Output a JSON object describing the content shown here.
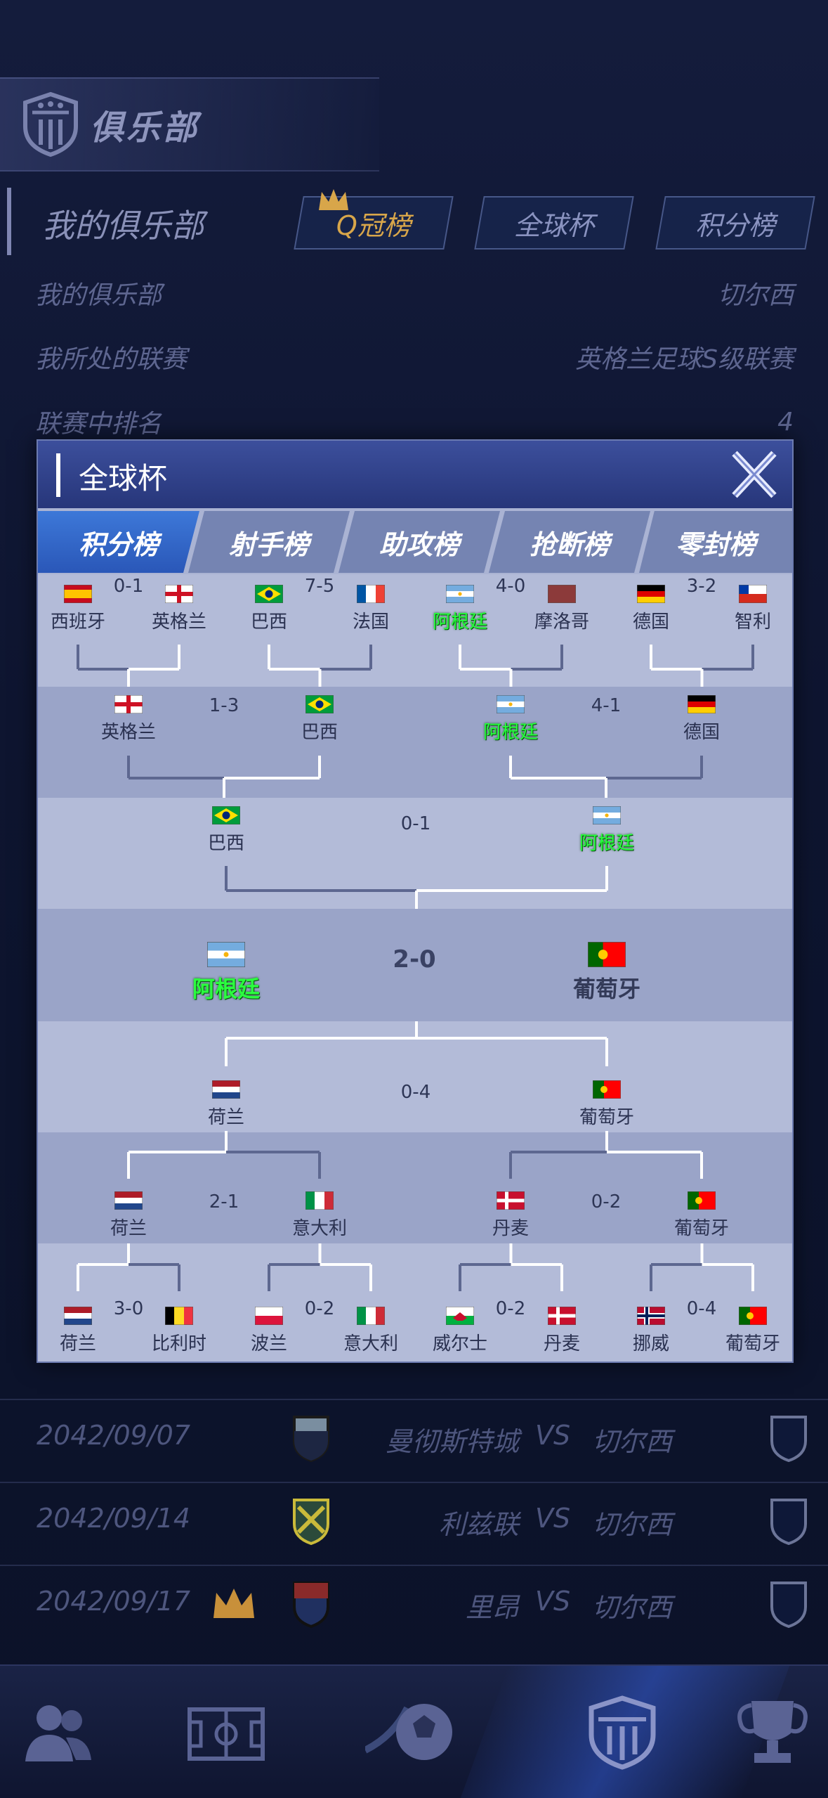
{
  "header": {
    "title": "俱乐部"
  },
  "my_club_bar": {
    "title": "我的俱乐部",
    "tabs": [
      "Q冠榜",
      "全球杯",
      "积分榜"
    ]
  },
  "info_rows": [
    {
      "label": "我的俱乐部",
      "value": "切尔西"
    },
    {
      "label": "我所处的联赛",
      "value": "英格兰足球S级联赛"
    },
    {
      "label": "联赛中排名",
      "value": "4"
    }
  ],
  "schedule": [
    {
      "date": "2042/09/07",
      "home": "曼彻斯特城",
      "vs": "VS",
      "away": "切尔西"
    },
    {
      "date": "2042/09/14",
      "home": "利兹联",
      "vs": "VS",
      "away": "切尔西"
    },
    {
      "date": "2042/09/17",
      "home": "里昂",
      "vs": "VS",
      "away": "切尔西"
    }
  ],
  "modal": {
    "title": "全球杯",
    "tabs": [
      "积分榜",
      "射手榜",
      "助攻榜",
      "抢断榜",
      "零封榜"
    ],
    "active_tab": 0,
    "top_r16": [
      {
        "score": "0-1",
        "a": {
          "name": "西班牙",
          "flag": "es",
          "win": false
        },
        "b": {
          "name": "英格兰",
          "flag": "en",
          "win": false
        }
      },
      {
        "score": "7-5",
        "a": {
          "name": "巴西",
          "flag": "br",
          "win": false
        },
        "b": {
          "name": "法国",
          "flag": "fr",
          "win": false
        }
      },
      {
        "score": "4-0",
        "a": {
          "name": "阿根廷",
          "flag": "ar",
          "win": true
        },
        "b": {
          "name": "摩洛哥",
          "flag": "ma",
          "win": false
        }
      },
      {
        "score": "3-2",
        "a": {
          "name": "德国",
          "flag": "de",
          "win": false
        },
        "b": {
          "name": "智利",
          "flag": "cl",
          "win": false
        }
      }
    ],
    "top_qf": [
      {
        "score": "1-3",
        "a": {
          "name": "英格兰",
          "flag": "en",
          "win": false
        },
        "b": {
          "name": "巴西",
          "flag": "br",
          "win": false
        }
      },
      {
        "score": "4-1",
        "a": {
          "name": "阿根廷",
          "flag": "ar",
          "win": true
        },
        "b": {
          "name": "德国",
          "flag": "de",
          "win": false
        }
      }
    ],
    "top_sf": {
      "score": "0-1",
      "a": {
        "name": "巴西",
        "flag": "br",
        "win": false
      },
      "b": {
        "name": "阿根廷",
        "flag": "ar",
        "win": true
      }
    },
    "final": {
      "score": "2-0",
      "a": {
        "name": "阿根廷",
        "flag": "ar",
        "win": true
      },
      "b": {
        "name": "葡萄牙",
        "flag": "pt",
        "win": false
      }
    },
    "bottom_sf": {
      "score": "0-4",
      "a": {
        "name": "荷兰",
        "flag": "nl",
        "win": false
      },
      "b": {
        "name": "葡萄牙",
        "flag": "pt",
        "win": false
      }
    },
    "bottom_qf": [
      {
        "score": "2-1",
        "a": {
          "name": "荷兰",
          "flag": "nl",
          "win": false
        },
        "b": {
          "name": "意大利",
          "flag": "it",
          "win": false
        }
      },
      {
        "score": "0-2",
        "a": {
          "name": "丹麦",
          "flag": "dk",
          "win": false
        },
        "b": {
          "name": "葡萄牙",
          "flag": "pt",
          "win": false
        }
      }
    ],
    "bottom_r16": [
      {
        "score": "3-0",
        "a": {
          "name": "荷兰",
          "flag": "nl",
          "win": false
        },
        "b": {
          "name": "比利时",
          "flag": "be",
          "win": false
        }
      },
      {
        "score": "0-2",
        "a": {
          "name": "波兰",
          "flag": "pl",
          "win": false
        },
        "b": {
          "name": "意大利",
          "flag": "it",
          "win": false
        }
      },
      {
        "score": "0-2",
        "a": {
          "name": "威尔士",
          "flag": "wa",
          "win": false
        },
        "b": {
          "name": "丹麦",
          "flag": "dk",
          "win": false
        }
      },
      {
        "score": "0-4",
        "a": {
          "name": "挪威",
          "flag": "no",
          "win": false
        },
        "b": {
          "name": "葡萄牙",
          "flag": "pt",
          "win": false
        }
      }
    ]
  },
  "nav": [
    "players-icon",
    "pitch-icon",
    "ball-icon",
    "club-icon",
    "trophy-icon"
  ]
}
